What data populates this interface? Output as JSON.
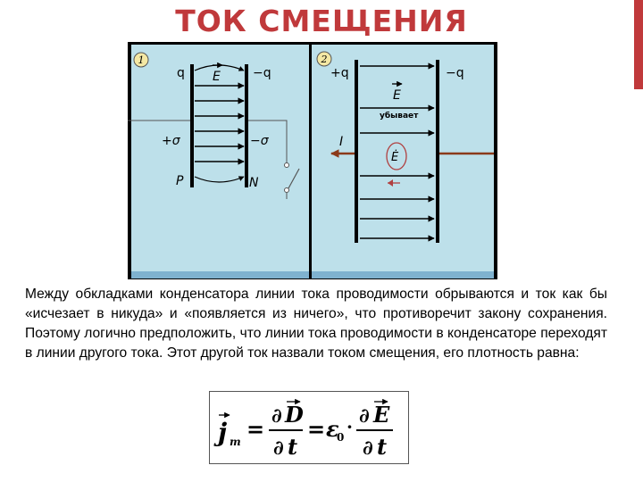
{
  "slide": {
    "title": "ТОК СМЕЩЕНИЯ",
    "accent_color": "#c0393b",
    "body_text": "Между обкладками конденсатора линии тока проводимости обрываются и ток как бы «исчезает в никуда» и «появляется из ничего», что противоречит закону сохранения. Поэтому логично предположить, что линии тока проводимости в конденсаторе переходят в линии другого тока. Этот другой ток назвали током смещения, его плотность равна:"
  },
  "figure": {
    "background_color": "#bde0ea",
    "panel1": {
      "badge": "1",
      "charge_left": "q",
      "charge_right": "−q",
      "field": "E",
      "sigma_left": "+σ",
      "sigma_right": "−σ",
      "plate_left": "P",
      "plate_right": "N"
    },
    "panel2": {
      "badge": "2",
      "charge_left": "+q",
      "charge_right": "−q",
      "field": "E",
      "decreasing": "убывает",
      "current": "I",
      "field_change": "Ė"
    }
  },
  "formula": {
    "j": "j",
    "sub": "m",
    "d": "D",
    "e": "E",
    "eps": "ε",
    "eps_sub": "0",
    "partial": "∂",
    "t": "t",
    "eq": "=",
    "dot": "·"
  }
}
